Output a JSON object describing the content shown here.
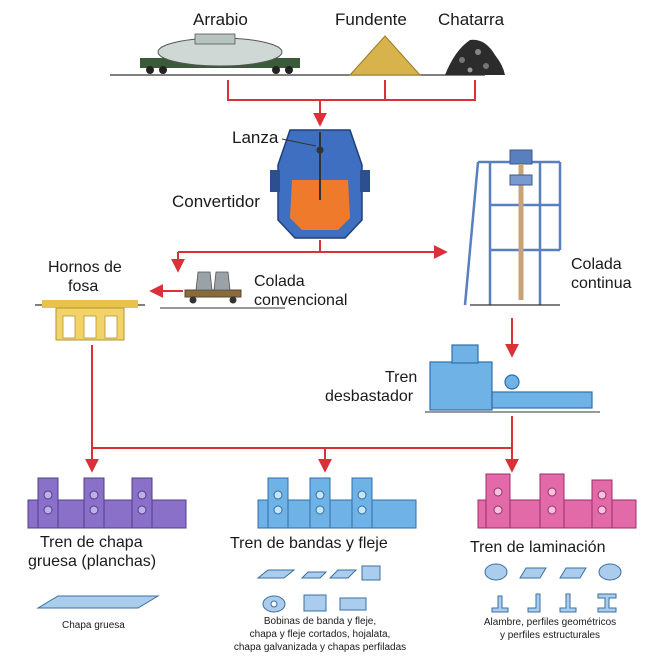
{
  "inputs": {
    "arrabio": "Arrabio",
    "fundente": "Fundente",
    "chatarra": "Chatarra"
  },
  "converter": {
    "lanza": "Lanza",
    "convertidor": "Convertidor"
  },
  "branches": {
    "colada_continua_1": "Colada",
    "colada_continua_2": "continua",
    "colada_conv_1": "Colada",
    "colada_conv_2": "convencional",
    "hornos_1": "Hornos de",
    "hornos_2": "fosa",
    "desbastador_1": "Tren",
    "desbastador_2": "desbastador"
  },
  "mills": {
    "chapa_1": "Tren de chapa",
    "chapa_2": "gruesa (planchas)",
    "bandas": "Tren de bandas y fleje",
    "laminacion": "Tren de laminación"
  },
  "products": {
    "chapa_gruesa": "Chapa gruesa",
    "bobinas_1": "Bobinas de banda y fleje,",
    "bobinas_2": "chapa y fleje cortados, hojalata,",
    "bobinas_3": "chapa galvanizada y chapas perfiladas",
    "alambre_1": "Alambre, perfiles geométricos",
    "alambre_2": "y perfiles estructurales"
  },
  "colors": {
    "arrow": "#d9303a",
    "converter_blue": "#3f6fc0",
    "molten": "#f07a2c",
    "pit_yellow": "#f2d36a",
    "plate_mill": "#8a70c9",
    "strip_mill": "#6fb2e6",
    "section_mill": "#e36aa8",
    "structure": "#5a7fbf"
  }
}
